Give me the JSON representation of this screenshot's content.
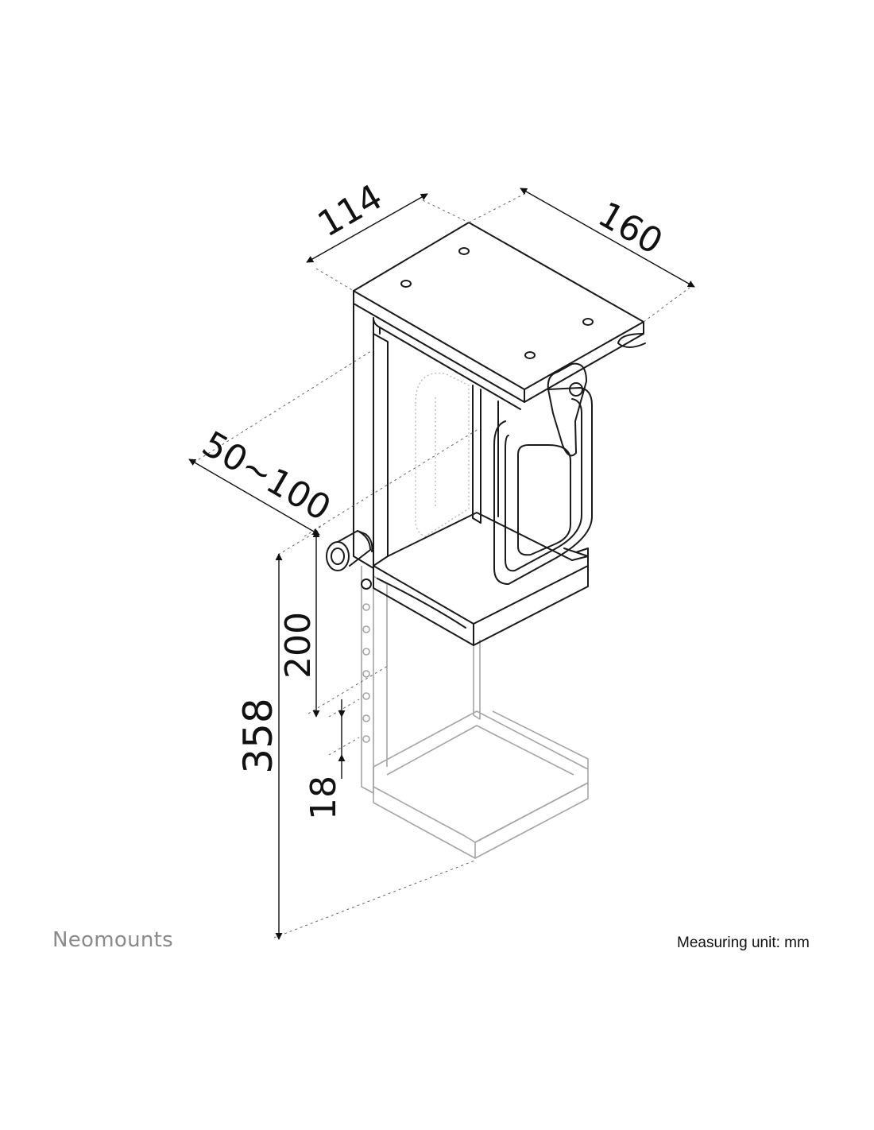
{
  "dimensions": {
    "depth": "114",
    "width": "160",
    "adjust_range": "50~100",
    "upper_height": "200",
    "total_height": "358",
    "step": "18"
  },
  "footer": {
    "brand": "Neomounts",
    "unit_note": "Measuring unit: mm"
  },
  "colors": {
    "line": "#1a1a1a",
    "faded_line": "#9a9a9a",
    "dim_line": "#555555",
    "brand_text": "#8a8a8a"
  }
}
